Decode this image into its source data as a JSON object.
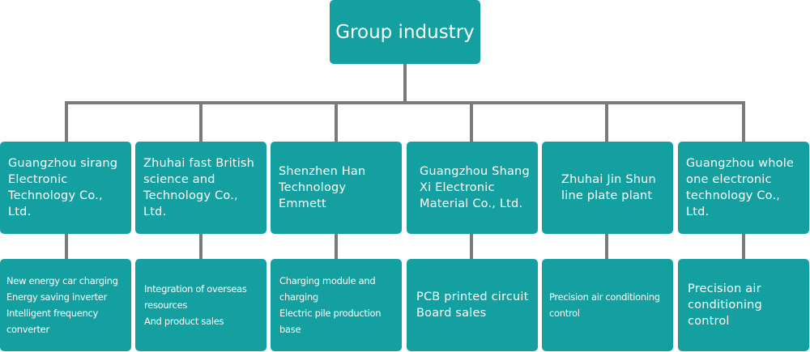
{
  "root": {
    "label": "Group industry"
  },
  "companies": [
    {
      "lines": [
        "Guangzhou sirang",
        "Electronic",
        "Technology Co., Ltd."
      ]
    },
    {
      "lines": [
        "Zhuhai fast British",
        "science and",
        "Technology Co., Ltd."
      ]
    },
    {
      "lines": [
        "Shenzhen Han",
        "Technology Emmett"
      ]
    },
    {
      "lines": [
        "Guangzhou Shang",
        "Xi Electronic",
        "Material Co., Ltd."
      ]
    },
    {
      "lines": [
        "Zhuhai Jin Shun",
        "line plate plant"
      ]
    },
    {
      "lines": [
        "Guangzhou whole",
        "one electronic",
        "technology Co., Ltd."
      ]
    }
  ],
  "businesses": [
    {
      "lines": [
        "New energy car charging",
        "Energy saving inverter",
        "Intelligent frequency converter"
      ]
    },
    {
      "lines": [
        "Integration of overseas resources",
        "And product sales"
      ]
    },
    {
      "lines": [
        "Charging module and charging",
        "Electric pile production base"
      ]
    },
    {
      "lines": [
        "PCB printed circuit",
        "Board sales"
      ]
    },
    {
      "lines": [
        "Precision air conditioning control"
      ]
    },
    {
      "lines": [
        "Precision air",
        "conditioning control"
      ]
    }
  ],
  "colors": {
    "box": "#14a0a0",
    "connector": "#7a7a7a",
    "text": "#ffffff"
  }
}
